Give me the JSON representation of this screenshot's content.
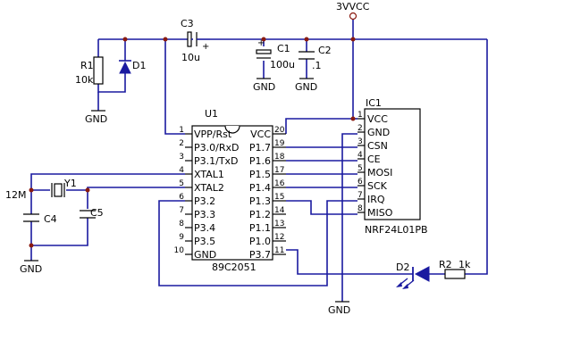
{
  "power": {
    "vcc_label": "3VVCC"
  },
  "components": {
    "c3": {
      "ref": "C3",
      "value": "10u"
    },
    "c1": {
      "ref": "C1",
      "value": "100u"
    },
    "c2": {
      "ref": "C2",
      "value": ".1"
    },
    "r1": {
      "ref": "R1",
      "value": "10k"
    },
    "d1": {
      "ref": "D1"
    },
    "u1": {
      "ref": "U1",
      "part": "89C2051"
    },
    "ic1": {
      "ref": "IC1",
      "part": "NRF24L01PB"
    },
    "y1": {
      "ref": "Y1",
      "value": "12M"
    },
    "c4": {
      "ref": "C4"
    },
    "c5": {
      "ref": "C5"
    },
    "d2": {
      "ref": "D2"
    },
    "r2": {
      "ref": "R2",
      "value": "1k"
    }
  },
  "gnd_label": "GND",
  "u1_pins_left": [
    {
      "num": "1",
      "name": "VPP/Rst"
    },
    {
      "num": "2",
      "name": "P3.0/RxD"
    },
    {
      "num": "3",
      "name": "P3.1/TxD"
    },
    {
      "num": "4",
      "name": "XTAL1"
    },
    {
      "num": "5",
      "name": "XTAL2"
    },
    {
      "num": "6",
      "name": "P3.2"
    },
    {
      "num": "7",
      "name": "P3.3"
    },
    {
      "num": "8",
      "name": "P3.4"
    },
    {
      "num": "9",
      "name": "P3.5"
    },
    {
      "num": "10",
      "name": "GND"
    }
  ],
  "u1_pins_right": [
    {
      "num": "20",
      "name": "VCC"
    },
    {
      "num": "19",
      "name": "P1.7"
    },
    {
      "num": "18",
      "name": "P1.6"
    },
    {
      "num": "17",
      "name": "P1.5"
    },
    {
      "num": "16",
      "name": "P1.4"
    },
    {
      "num": "15",
      "name": "P1.3"
    },
    {
      "num": "14",
      "name": "P1.2"
    },
    {
      "num": "13",
      "name": "P1.1"
    },
    {
      "num": "12",
      "name": "P1.0"
    },
    {
      "num": "11",
      "name": "P3.7"
    }
  ],
  "ic1_pins": [
    {
      "num": "1",
      "name": "VCC"
    },
    {
      "num": "2",
      "name": "GND"
    },
    {
      "num": "3",
      "name": "CSN"
    },
    {
      "num": "4",
      "name": "CE"
    },
    {
      "num": "5",
      "name": "MOSI"
    },
    {
      "num": "6",
      "name": "SCK"
    },
    {
      "num": "7",
      "name": "IRQ"
    },
    {
      "num": "8",
      "name": "MISO"
    }
  ]
}
